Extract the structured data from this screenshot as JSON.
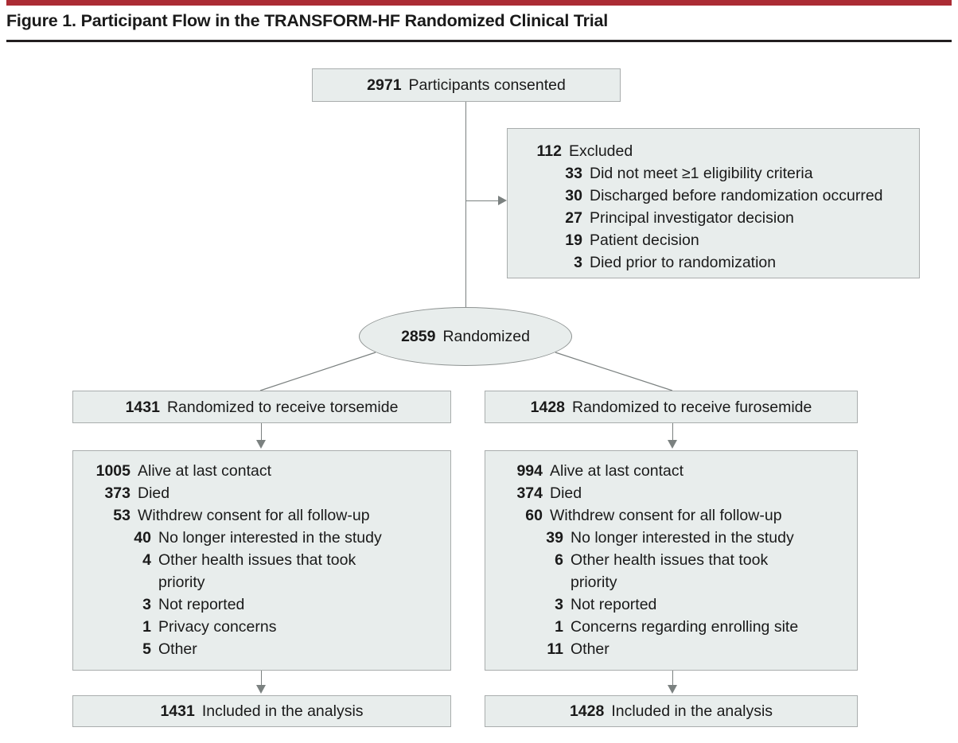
{
  "figure": {
    "title": "Figure 1. Participant Flow in the TRANSFORM-HF Randomized Clinical Trial",
    "accent_color": "#ab2c34",
    "box_fill": "#e8edec",
    "box_border": "#a9adad",
    "connector_color": "#7b8180"
  },
  "chart_data": {
    "type": "diagram",
    "title": "Figure 1. Participant Flow in the TRANSFORM-HF Randomized Clinical Trial",
    "nodes": {
      "consented": {
        "count": "2971",
        "label": "Participants consented"
      },
      "excluded": {
        "count": "112",
        "label": "Excluded",
        "reasons": [
          {
            "count": "33",
            "label": "Did not meet ≥1 eligibility criteria"
          },
          {
            "count": "30",
            "label": "Discharged before randomization occurred"
          },
          {
            "count": "27",
            "label": "Principal investigator decision"
          },
          {
            "count": "19",
            "label": "Patient decision"
          },
          {
            "count": "3",
            "label": "Died prior to randomization"
          }
        ]
      },
      "randomized": {
        "count": "2859",
        "label": "Randomized"
      }
    },
    "arms": [
      {
        "assignment": {
          "count": "1431",
          "label": "Randomized to receive torsemide"
        },
        "outcomes": [
          {
            "count": "1005",
            "label": "Alive at last contact",
            "level": 0
          },
          {
            "count": "373",
            "label": "Died",
            "level": 0
          },
          {
            "count": "53",
            "label": "Withdrew consent for all follow-up",
            "level": 0
          },
          {
            "count": "40",
            "label": "No longer interested in the study",
            "level": 1
          },
          {
            "count": "4",
            "label": "Other health issues that took priority",
            "level": 1
          },
          {
            "count": "3",
            "label": "Not reported",
            "level": 1
          },
          {
            "count": "1",
            "label": "Privacy concerns",
            "level": 1
          },
          {
            "count": "5",
            "label": "Other",
            "level": 1
          }
        ],
        "analysis": {
          "count": "1431",
          "label": "Included in the analysis"
        }
      },
      {
        "assignment": {
          "count": "1428",
          "label": "Randomized to receive furosemide"
        },
        "outcomes": [
          {
            "count": "994",
            "label": "Alive at last contact",
            "level": 0
          },
          {
            "count": "374",
            "label": "Died",
            "level": 0
          },
          {
            "count": "60",
            "label": "Withdrew consent for all follow-up",
            "level": 0
          },
          {
            "count": "39",
            "label": "No longer interested in the study",
            "level": 1
          },
          {
            "count": "6",
            "label": "Other health issues that took priority",
            "level": 1
          },
          {
            "count": "3",
            "label": "Not reported",
            "level": 1
          },
          {
            "count": "1",
            "label": "Concerns regarding enrolling site",
            "level": 1
          },
          {
            "count": "11",
            "label": "Other",
            "level": 1
          }
        ],
        "analysis": {
          "count": "1428",
          "label": "Included in the analysis"
        }
      }
    ]
  }
}
